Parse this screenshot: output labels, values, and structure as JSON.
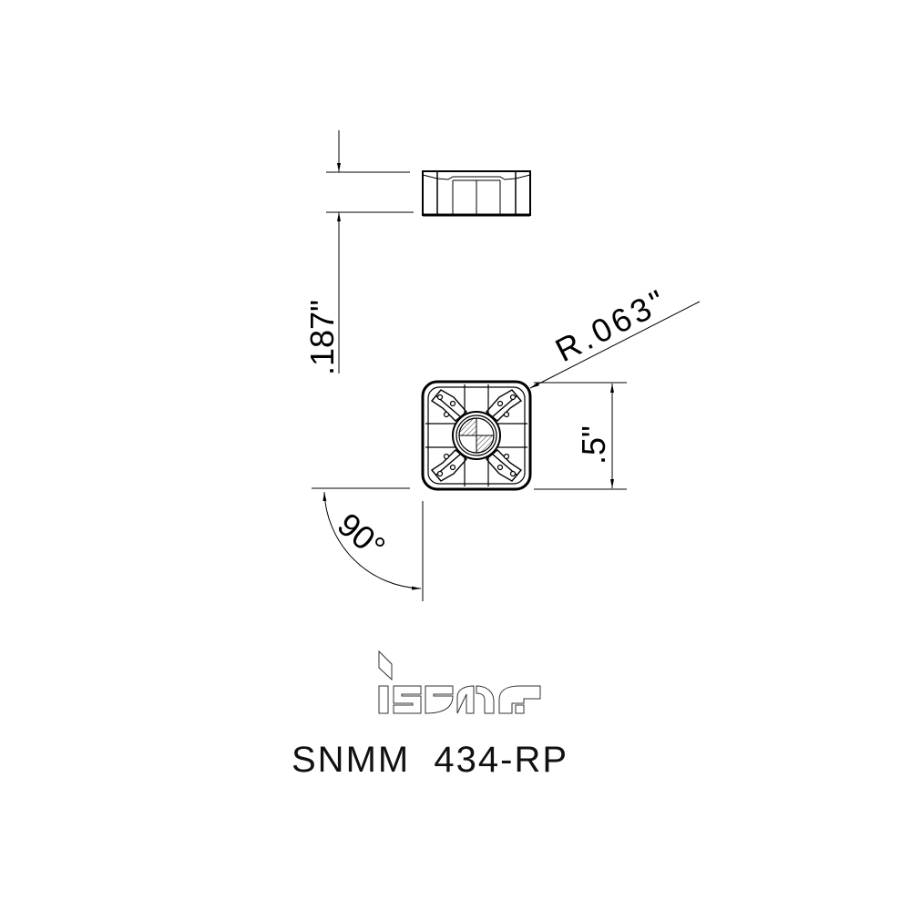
{
  "drawing": {
    "thickness_dim": ".187\"",
    "radius_dim": "R.063\"",
    "size_dim": ".5\"",
    "angle_dim": "90°",
    "brand": "iscar",
    "part_number": "SNMM  434-RP"
  },
  "colors": {
    "line": "#000000",
    "background": "#ffffff"
  }
}
